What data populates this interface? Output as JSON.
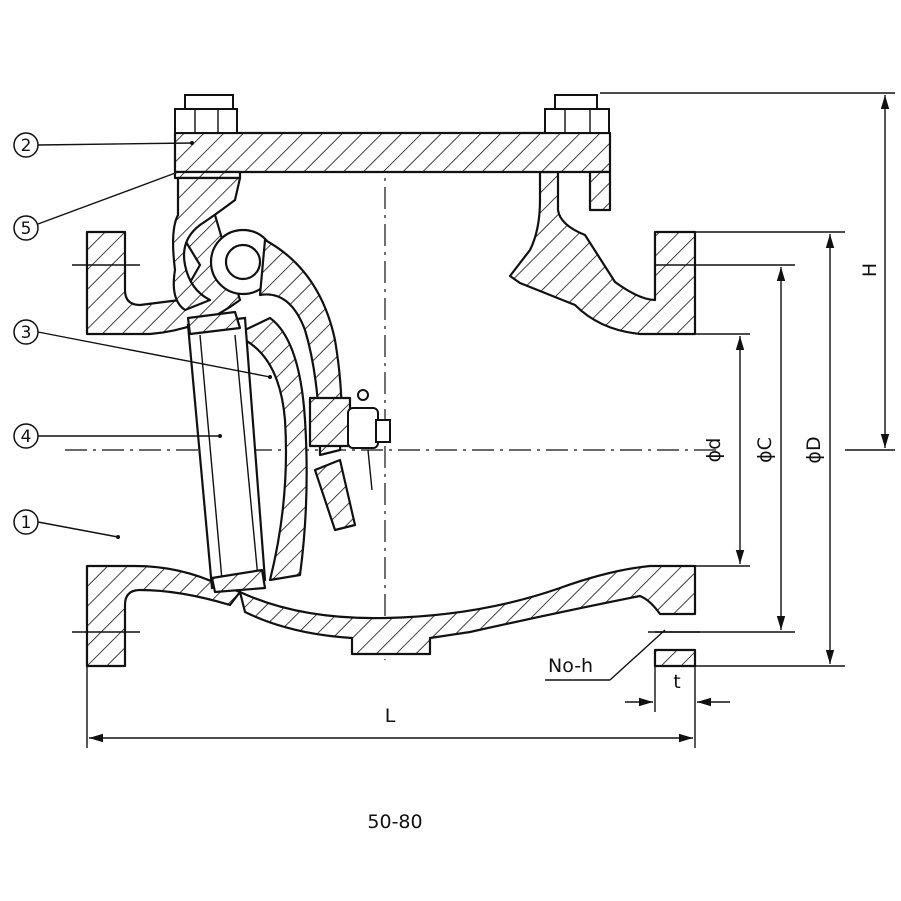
{
  "drawing": {
    "caption": "50-80",
    "part_callouts": [
      "2",
      "5",
      "3",
      "4",
      "1"
    ],
    "dimension_labels": {
      "height": "H",
      "length": "L",
      "flange_thickness": "t",
      "bolt_holes": "No-h",
      "flange_outer_diameter": "ϕD",
      "bolt_circle_diameter": "ϕC",
      "bore_diameter": "ϕd"
    }
  }
}
